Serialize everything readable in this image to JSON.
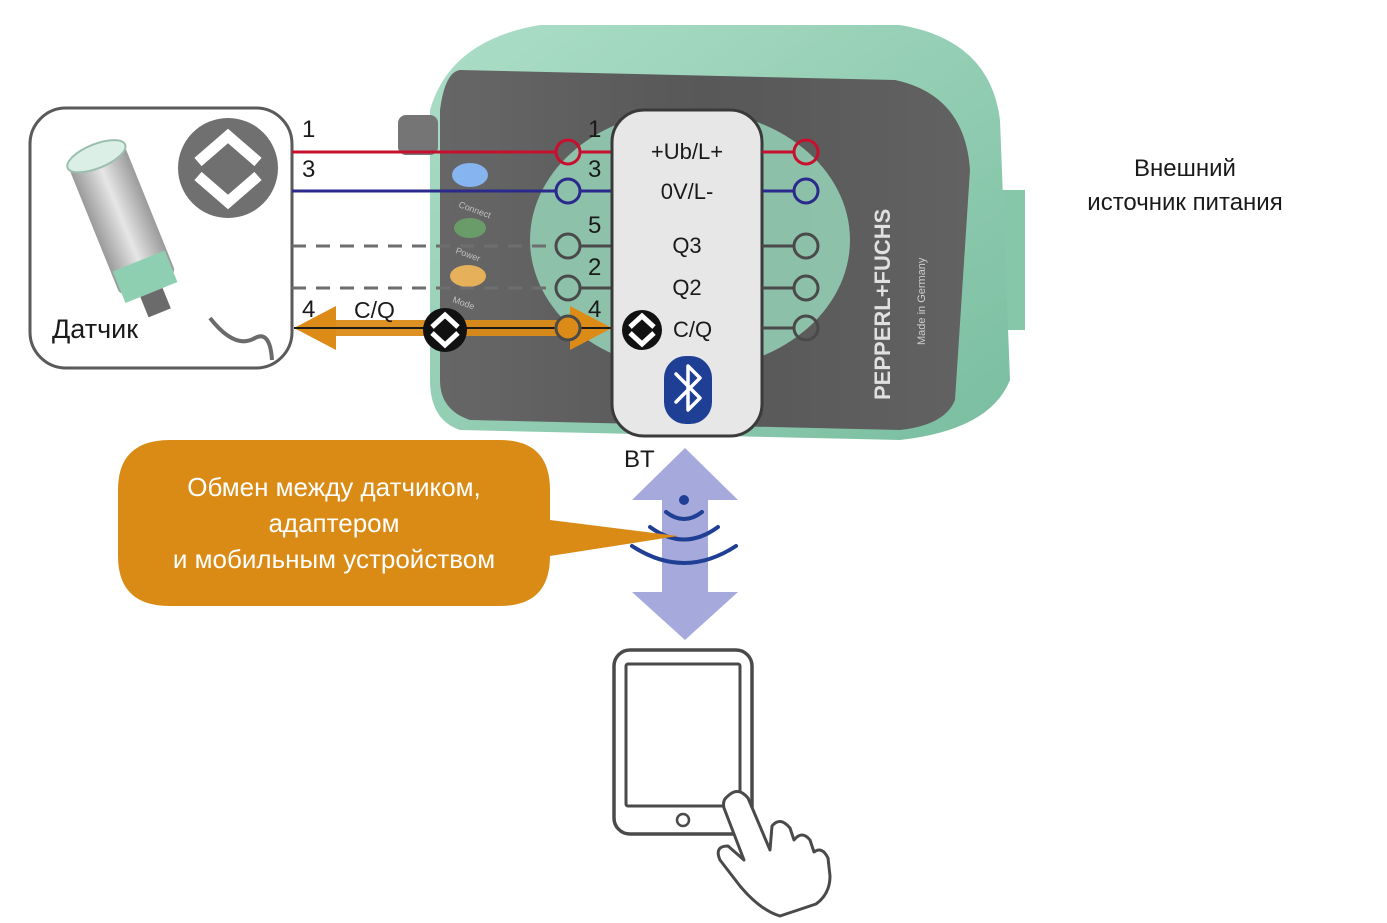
{
  "sensor": {
    "label": "Датчик",
    "pins": [
      "1",
      "3",
      "4"
    ],
    "cq_line_label": "C/Q"
  },
  "adapter": {
    "pins": [
      "1",
      "3",
      "5",
      "2",
      "4"
    ],
    "signals": [
      "+Ub/L+",
      "0V/L-",
      "Q3",
      "Q2",
      "C/Q"
    ],
    "device_brand": "PEPPERL+FUCHS",
    "device_subtext": "Made in Germany",
    "device_leds": [
      "Connect",
      "Power",
      "Mode"
    ]
  },
  "bluetooth": {
    "label": "BT",
    "icon": "bluetooth-icon"
  },
  "power_supply": {
    "line1": "Внешний",
    "line2": "источник питания"
  },
  "callout": {
    "line1": "Обмен между датчиком,",
    "line2": "адаптером",
    "line3": "и мобильным устройством"
  },
  "colors": {
    "line_red": "#c8102e",
    "line_blue": "#2b2a8c",
    "line_dashed": "#6e6e6e",
    "cq_orange": "#dc8b17",
    "callout_orange": "#d98b16",
    "bt_arrow": "#a6a9db",
    "bt_blue": "#1f3f94",
    "device_green": "#8ecfb2",
    "device_dark": "#4a4a4a"
  },
  "icons": [
    "io-link-icon",
    "bluetooth-icon",
    "wave-icon",
    "tablet-icon",
    "hand-icon"
  ]
}
